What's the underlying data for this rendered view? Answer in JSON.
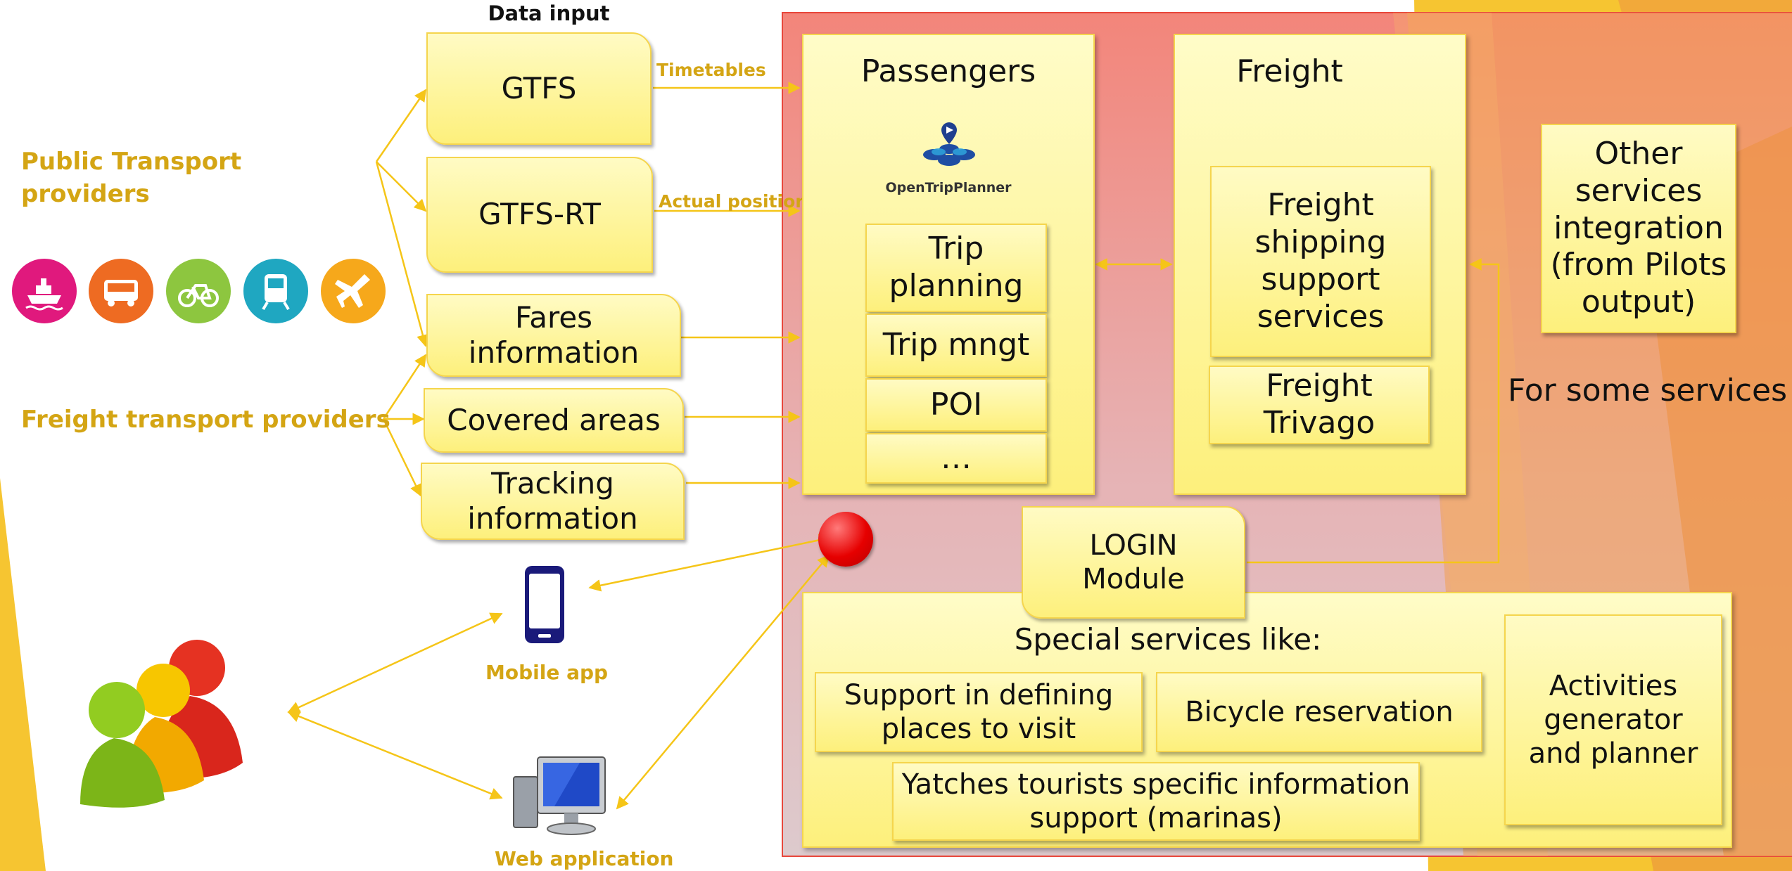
{
  "header": {
    "data_input": "Data input"
  },
  "providers": {
    "public_transport": "Public Transport\nproviders",
    "freight_transport": "Freight transport providers"
  },
  "transport_icons": [
    {
      "name": "ship-icon",
      "color": "#e0197d"
    },
    {
      "name": "bus-icon",
      "color": "#ee6b22"
    },
    {
      "name": "bicycle-icon",
      "color": "#8dc63f"
    },
    {
      "name": "train-icon",
      "color": "#1fa7c1"
    },
    {
      "name": "airplane-icon",
      "color": "#f6a81b"
    }
  ],
  "inputs": {
    "gtfs": "GTFS",
    "gtfs_rt": "GTFS-RT",
    "fares": "Fares\ninformation",
    "covered": "Covered areas",
    "tracking": "Tracking\ninformation"
  },
  "arrow_labels": {
    "timetables": "Timetables",
    "actual_position": "Actual position"
  },
  "passengers": {
    "title": "Passengers",
    "logo_text": "OpenTripPlanner",
    "items": [
      "Trip\nplanning",
      "Trip mngt",
      "POI",
      "…"
    ]
  },
  "freight": {
    "title": "Freight",
    "shipping": "Freight\nshipping\nsupport\nservices",
    "trivago": "Freight\nTrivago"
  },
  "other": {
    "integration": "Other\nservices\nintegration\n(from Pilots\noutput)",
    "some_services": "For some services"
  },
  "login": "LOGIN\nModule",
  "special": {
    "title": "Special services like:",
    "places": "Support in defining\nplaces to visit",
    "bicycle": "Bicycle reservation",
    "activities": "Activities\ngenerator\nand planner",
    "yatches": "Yatches tourists specific information\nsupport (marinas)"
  },
  "clients": {
    "mobile": "Mobile app",
    "web": "Web application"
  },
  "colors": {
    "accent": "#d4a514",
    "line": "#f5c518",
    "panel_border": "#e8473b",
    "box_fill": "#fdf07c"
  }
}
